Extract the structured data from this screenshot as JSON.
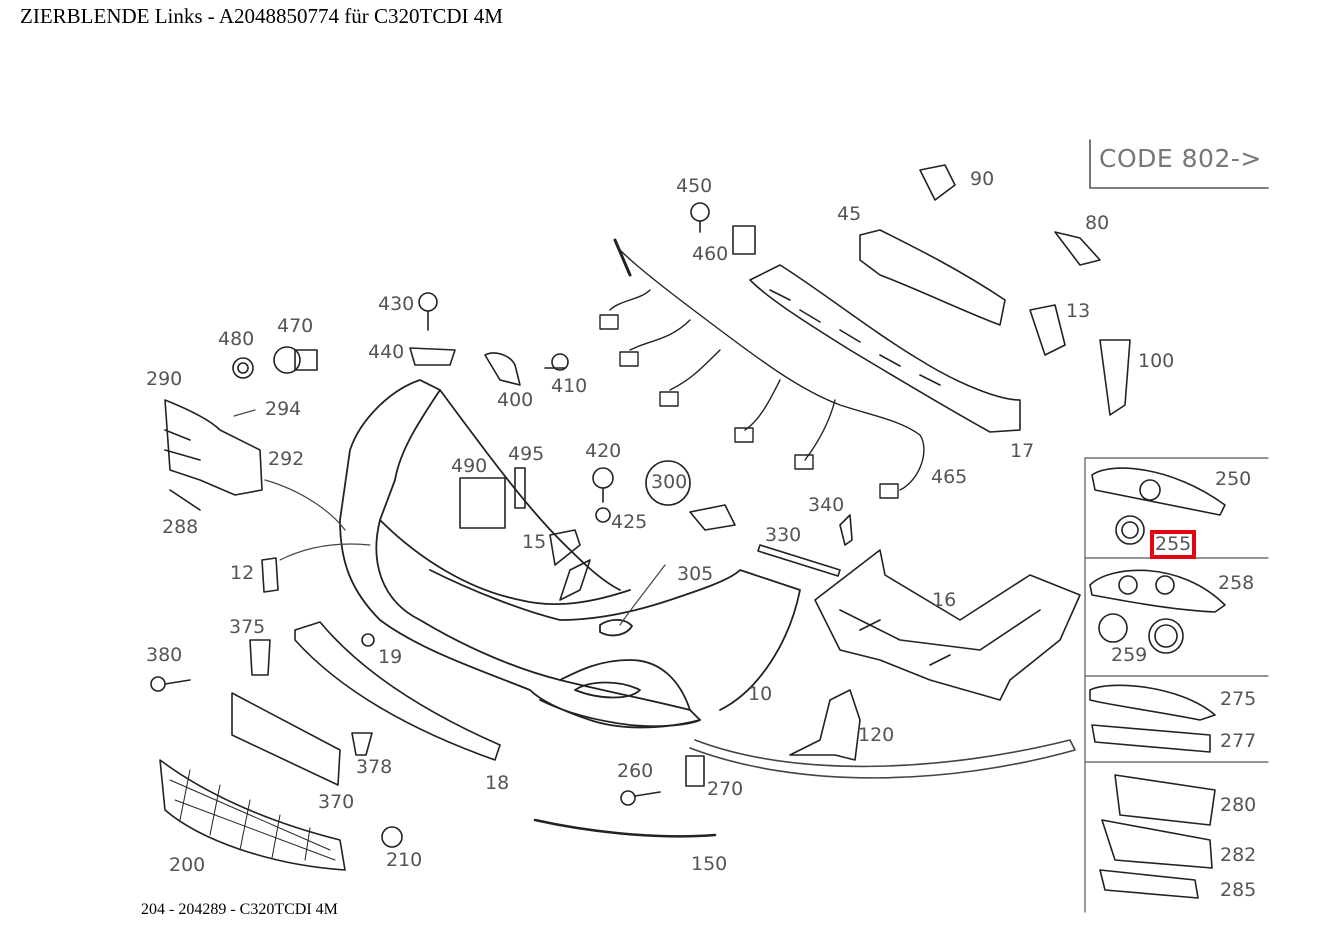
{
  "title": "ZIERBLENDE Links - A2048850774 für C320TCDI 4M",
  "footer": "204 - 204289 - C320TCDI 4M",
  "code_note": "CODE 802->",
  "highlight_color": "#e30613",
  "highlighted_part": "255",
  "parts": [
    {
      "id": "450",
      "label": "450"
    },
    {
      "id": "460",
      "label": "460"
    },
    {
      "id": "90",
      "label": "90"
    },
    {
      "id": "45",
      "label": "45"
    },
    {
      "id": "80",
      "label": "80"
    },
    {
      "id": "430",
      "label": "430"
    },
    {
      "id": "470",
      "label": "470"
    },
    {
      "id": "480",
      "label": "480"
    },
    {
      "id": "440",
      "label": "440"
    },
    {
      "id": "410",
      "label": "410"
    },
    {
      "id": "400",
      "label": "400"
    },
    {
      "id": "13",
      "label": "13"
    },
    {
      "id": "100",
      "label": "100"
    },
    {
      "id": "290",
      "label": "290"
    },
    {
      "id": "294",
      "label": "294"
    },
    {
      "id": "292",
      "label": "292"
    },
    {
      "id": "288",
      "label": "288"
    },
    {
      "id": "17",
      "label": "17"
    },
    {
      "id": "420",
      "label": "420"
    },
    {
      "id": "490",
      "label": "490"
    },
    {
      "id": "495",
      "label": "495"
    },
    {
      "id": "465",
      "label": "465"
    },
    {
      "id": "300",
      "label": "300"
    },
    {
      "id": "340",
      "label": "340"
    },
    {
      "id": "425",
      "label": "425"
    },
    {
      "id": "15",
      "label": "15"
    },
    {
      "id": "330",
      "label": "330"
    },
    {
      "id": "305",
      "label": "305"
    },
    {
      "id": "12",
      "label": "12"
    },
    {
      "id": "16",
      "label": "16"
    },
    {
      "id": "375",
      "label": "375"
    },
    {
      "id": "19",
      "label": "19"
    },
    {
      "id": "380",
      "label": "380"
    },
    {
      "id": "10",
      "label": "10"
    },
    {
      "id": "120",
      "label": "120"
    },
    {
      "id": "378",
      "label": "378"
    },
    {
      "id": "18",
      "label": "18"
    },
    {
      "id": "260",
      "label": "260"
    },
    {
      "id": "270",
      "label": "270"
    },
    {
      "id": "370",
      "label": "370"
    },
    {
      "id": "210",
      "label": "210"
    },
    {
      "id": "200",
      "label": "200"
    },
    {
      "id": "150",
      "label": "150"
    },
    {
      "id": "250",
      "label": "250"
    },
    {
      "id": "255",
      "label": "255"
    },
    {
      "id": "258",
      "label": "258"
    },
    {
      "id": "259",
      "label": "259"
    },
    {
      "id": "275",
      "label": "275"
    },
    {
      "id": "277",
      "label": "277"
    },
    {
      "id": "280",
      "label": "280"
    },
    {
      "id": "282",
      "label": "282"
    },
    {
      "id": "285",
      "label": "285"
    }
  ]
}
